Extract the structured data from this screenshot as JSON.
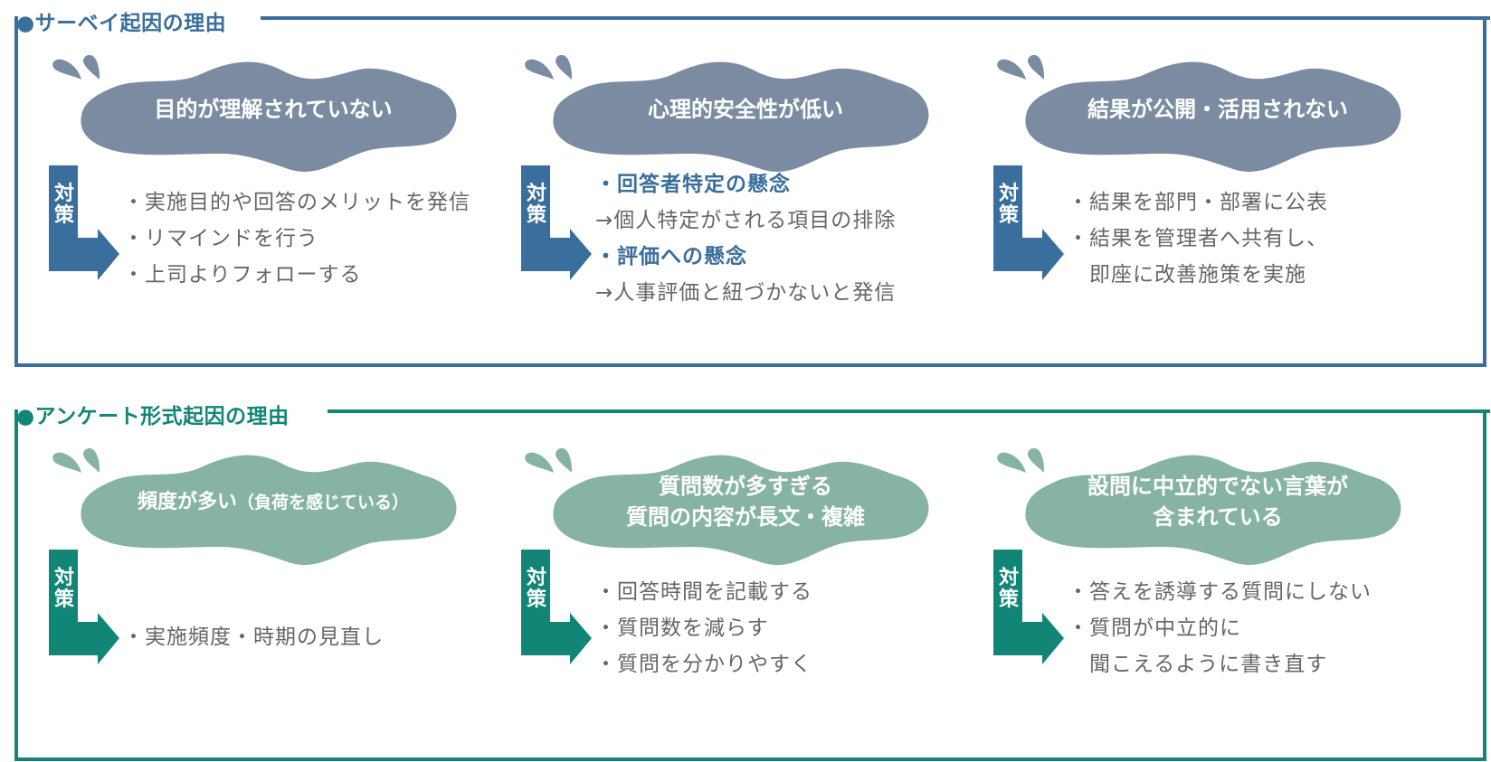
{
  "colors": {
    "blue_accent": "#3a6e9c",
    "blue_blob": "#7b8ca2",
    "teal_accent": "#128676",
    "teal_blob": "#87b4a2",
    "body_text": "#666666"
  },
  "sections": [
    {
      "title": "●サーベイ起因の理由",
      "cards": [
        {
          "problem": "目的が理解されていない",
          "action_label": "対策",
          "items": [
            {
              "text": "・実施目的や回答のメリットを発信",
              "style": "normal"
            },
            {
              "text": "・リマインドを行う",
              "style": "normal"
            },
            {
              "text": "・上司よりフォローする",
              "style": "normal"
            }
          ]
        },
        {
          "problem": "心理的安全性が低い",
          "action_label": "対策",
          "items": [
            {
              "text": "・回答者特定の懸念",
              "style": "bold"
            },
            {
              "text": "→個人特定がされる項目の排除",
              "style": "normal"
            },
            {
              "text": "・評価への懸念",
              "style": "bold"
            },
            {
              "text": "→人事評価と紐づかないと発信",
              "style": "normal"
            }
          ]
        },
        {
          "problem": "結果が公開・活用されない",
          "action_label": "対策",
          "items": [
            {
              "text": "・結果を部門・部署に公表",
              "style": "normal"
            },
            {
              "text": "・結果を管理者へ共有し、",
              "style": "normal"
            },
            {
              "text": "　即座に改善施策を実施",
              "style": "normal"
            }
          ]
        }
      ]
    },
    {
      "title": "●アンケート形式起因の理由",
      "cards": [
        {
          "problem": "頻度が多い",
          "problem_note": "（負荷を感じている）",
          "action_label": "対策",
          "items": [
            {
              "text": "・実施頻度・時期の見直し",
              "style": "normal"
            }
          ]
        },
        {
          "problem": "質問数が多すぎる",
          "problem_line2": "質問の内容が長文・複雑",
          "action_label": "対策",
          "items": [
            {
              "text": "・回答時間を記載する",
              "style": "normal"
            },
            {
              "text": "・質問数を減らす",
              "style": "normal"
            },
            {
              "text": "・質問を分かりやすく",
              "style": "normal"
            }
          ]
        },
        {
          "problem": "設問に中立的でない言葉が",
          "problem_line2": "含まれている",
          "action_label": "対策",
          "items": [
            {
              "text": "・答えを誘導する質問にしない",
              "style": "normal"
            },
            {
              "text": "・質問が中立的に",
              "style": "normal"
            },
            {
              "text": "　聞こえるように書き直す",
              "style": "normal"
            }
          ]
        }
      ]
    }
  ]
}
